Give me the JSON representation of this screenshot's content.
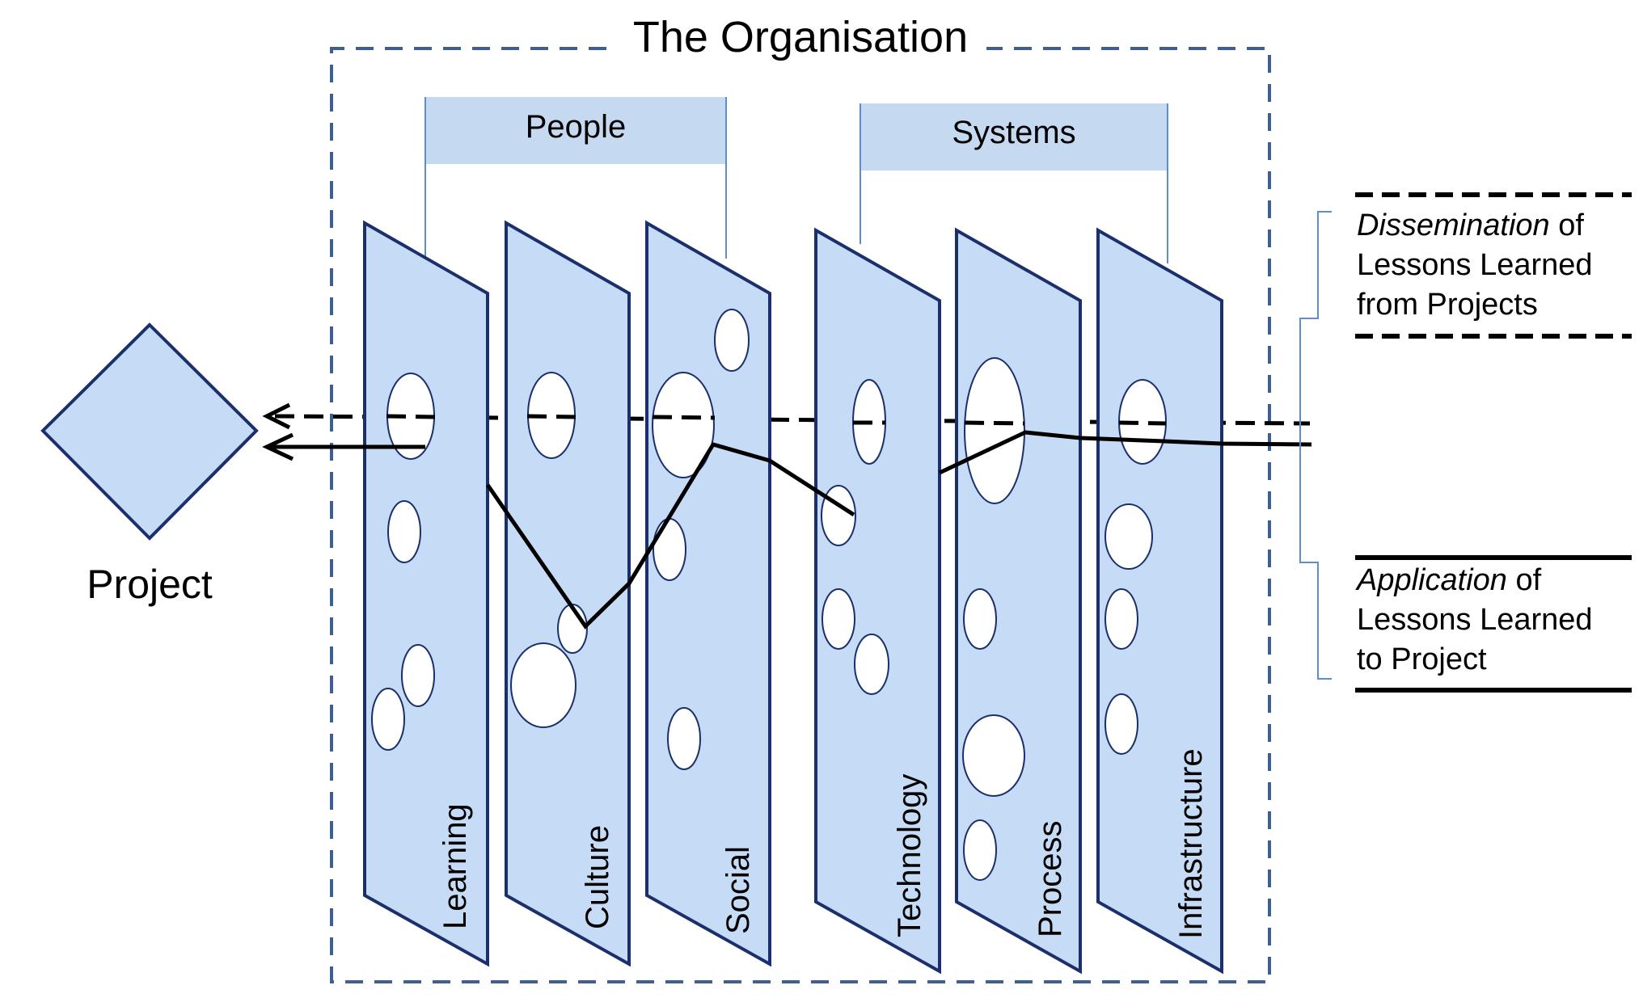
{
  "title": "The Organisation",
  "groups": [
    {
      "id": "people",
      "label": "People"
    },
    {
      "id": "systems",
      "label": "Systems"
    }
  ],
  "planes": [
    {
      "id": "learning",
      "label": "Learning"
    },
    {
      "id": "culture",
      "label": "Culture"
    },
    {
      "id": "social",
      "label": "Social"
    },
    {
      "id": "technology",
      "label": "Technology"
    },
    {
      "id": "process",
      "label": "Process"
    },
    {
      "id": "infrastructure",
      "label": "Infrastructure"
    }
  ],
  "project": {
    "label": "Project"
  },
  "legend": {
    "dissemination": {
      "line_style": "dashed",
      "emphasis": "Dissemination",
      "rest_line1": " of",
      "line2": "Lessons Learned",
      "line3": "from Projects"
    },
    "application": {
      "line_style": "solid",
      "emphasis": "Application",
      "rest_line1": " of",
      "line2": "Lessons Learned",
      "line3": "to Project"
    }
  },
  "colors": {
    "plane_fill": "#c6dbf5",
    "plane_stroke": "#1a2f6b",
    "group_fill": "#c5d9f1",
    "group_bracket": "#5b8fd1",
    "org_border": "#3f5f8f",
    "text": "#000000"
  }
}
